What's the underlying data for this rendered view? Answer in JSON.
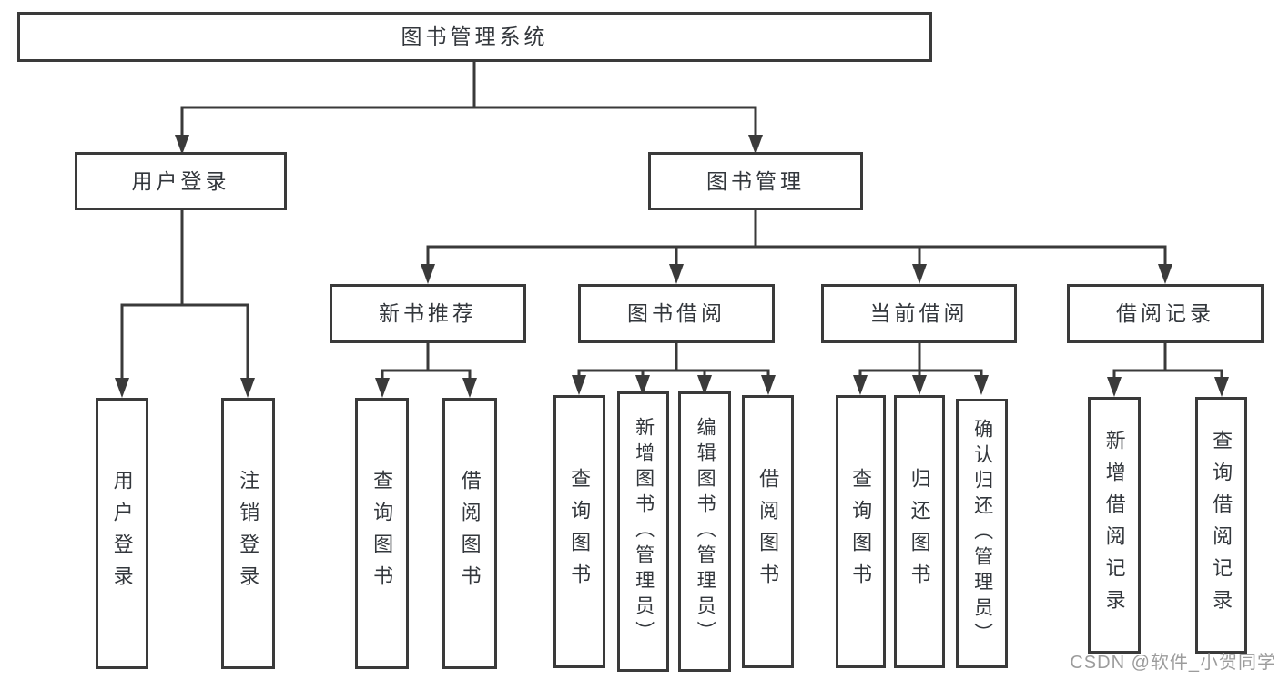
{
  "nodes": {
    "root": "图书管理系统",
    "user_login": {
      "label": "用户登录",
      "children": [
        "用户登录",
        "注销登录"
      ]
    },
    "book_management": {
      "label": "图书管理"
    },
    "new_book": {
      "label": "新书推荐",
      "children": [
        "查询图书",
        "借阅图书"
      ]
    },
    "book_borrowing": {
      "label": "图书借阅",
      "children": [
        "查询图书",
        "新增图书（管理员）",
        "编辑图书（管理员）",
        "借阅图书"
      ]
    },
    "current_borrowing": {
      "label": "当前借阅",
      "children": [
        "查询图书",
        "归还图书",
        "确认归还（管理员）"
      ]
    },
    "borrow_records": {
      "label": "借阅记录",
      "children": [
        "新增借阅记录",
        "查询借阅记录"
      ]
    }
  },
  "watermark": "CSDN @软件_小贺同学",
  "colors": {
    "line": "#3a3a3a",
    "text": "#33373c",
    "watermark": "#9c9c9c",
    "background": "#ffffff"
  }
}
